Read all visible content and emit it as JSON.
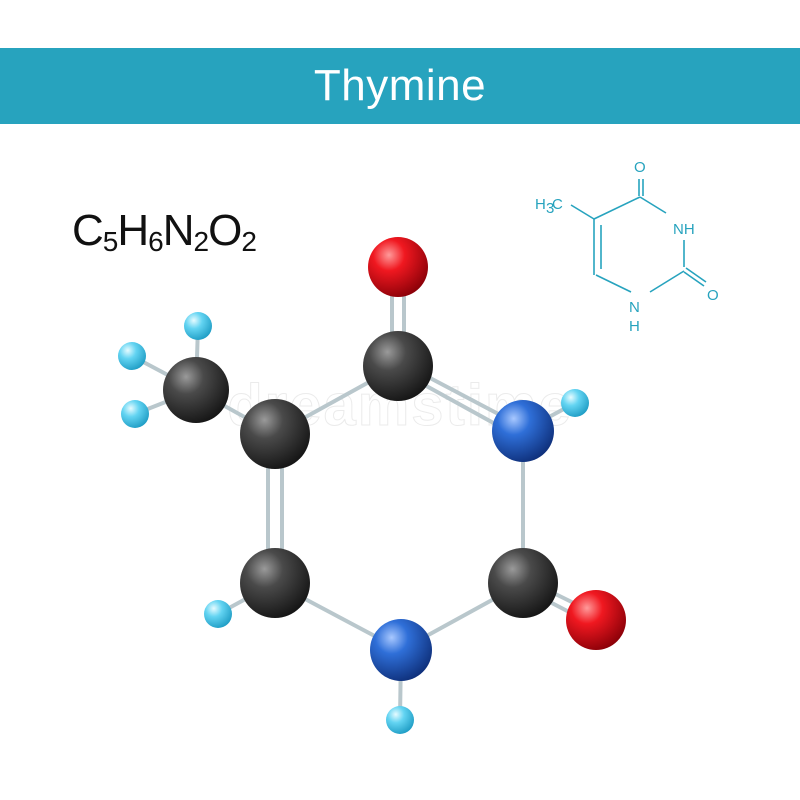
{
  "title": "Thymine",
  "formula": {
    "parts": [
      {
        "el": "C",
        "n": "5"
      },
      {
        "el": "H",
        "n": "6"
      },
      {
        "el": "N",
        "n": "2"
      },
      {
        "el": "O",
        "n": "2"
      }
    ]
  },
  "skeletal": {
    "methyl_label": "H",
    "methyl_sub": "3",
    "methyl_tail": "C",
    "o_top": "O",
    "nh_right": "NH",
    "o_right": "O",
    "nh_bottom_n": "N",
    "nh_bottom_h": "H"
  },
  "watermark": "dreamstime",
  "colors": {
    "banner": "#27a3be",
    "carbon": "#2b2b2b",
    "oxygen": "#e0121a",
    "nitrogen": "#2a63c8",
    "hydrogen": "#5ccff0",
    "bond": "#b9c7cc"
  }
}
